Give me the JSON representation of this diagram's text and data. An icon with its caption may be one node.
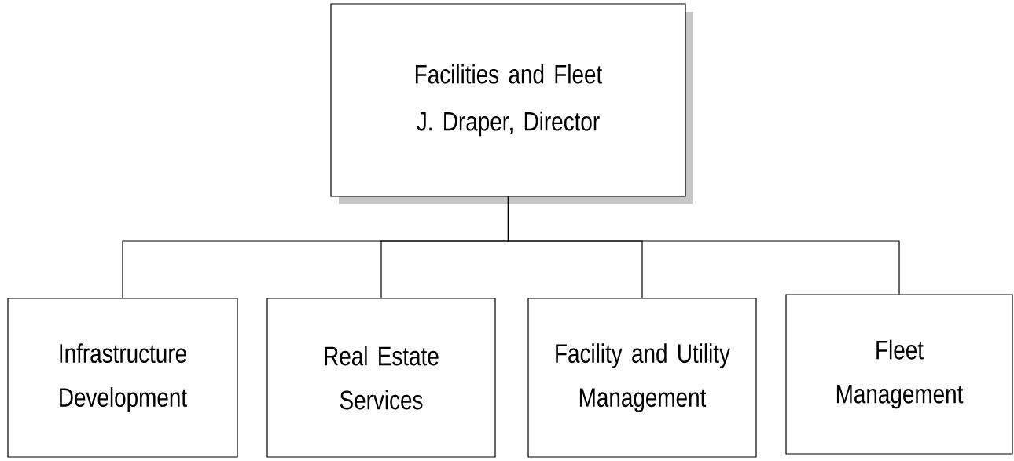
{
  "diagram": {
    "nodes": [
      {
        "text": [
          "Facilities and Fleet",
          "J. Draper, Director"
        ]
      },
      {
        "text": [
          "Infrastructure Development"
        ]
      },
      {
        "text": [
          "Real Estate Services"
        ]
      },
      {
        "text": [
          "Facility and Utility Management"
        ]
      },
      {
        "text": [
          "Fleet Management"
        ]
      }
    ],
    "edges": [
      {
        "from": 0,
        "to": 1,
        "arrow": "none"
      },
      {
        "from": 0,
        "to": 2,
        "arrow": "none"
      },
      {
        "from": 0,
        "to": 3,
        "arrow": "none"
      },
      {
        "from": 0,
        "to": 4,
        "arrow": "none"
      }
    ]
  }
}
